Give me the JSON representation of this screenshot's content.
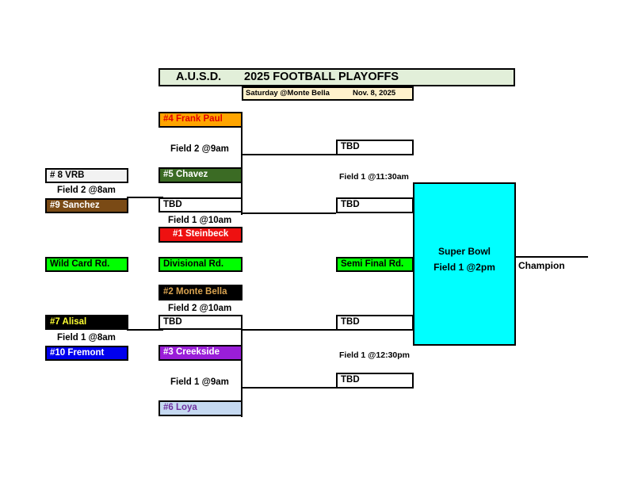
{
  "header": {
    "org": "A.U.S.D.",
    "title": "2025 FOOTBALL PLAYOFFS",
    "venue": "Saturday @Monte Bella",
    "date": "Nov. 8, 2025"
  },
  "colors": {
    "frank_paul": "#ffa500",
    "chavez": "#3b6b24",
    "sanchez": "#7a4a15",
    "steinbeck": "#ee1111",
    "round_label": "#00ff00",
    "monte_bella": "#000000",
    "alisal": "#000000",
    "fremont": "#0000ee",
    "creekside": "#9a1ed8",
    "loya": "#c5d9f1",
    "vrb": "#f2f2f2",
    "super_bowl": "#00ffff",
    "title_bg": "#e2efd9",
    "subtitle_bg": "#fff2cc"
  },
  "teams": {
    "frank_paul": "#4 Frank Paul",
    "chavez": "#5 Chavez",
    "vrb": "# 8 VRB",
    "sanchez": "#9 Sanchez",
    "steinbeck": "#1 Steinbeck",
    "monte_bella": "#2 Monte Bella",
    "alisal": "#7 Alisal",
    "fremont": "#10 Fremont",
    "creekside": "#3 Creekside",
    "loya": "#6 Loya"
  },
  "tbd": {
    "div_top": "TBD",
    "div_bottom": "TBD",
    "semi_1": "TBD",
    "semi_2": "TBD",
    "semi_3": "TBD",
    "semi_4": "TBD"
  },
  "games": {
    "wc_top": "Field 2 @8am",
    "wc_bottom": "Field 1 @8am",
    "div_4v5": "Field 2 @9am",
    "div_1": "Field 1 @10am",
    "div_2": "Field 2 @10am",
    "div_3v6": "Field 1 @9am",
    "semi_top": "Field 1 @11:30am",
    "semi_bottom": "Field 1 @12:30pm"
  },
  "rounds": {
    "wild_card": "Wild Card Rd.",
    "divisional": "Divisional Rd.",
    "semi_final": "Semi Final Rd."
  },
  "final": {
    "name": "Super Bowl",
    "field": "Field 1 @2pm",
    "champion": "Champion"
  }
}
